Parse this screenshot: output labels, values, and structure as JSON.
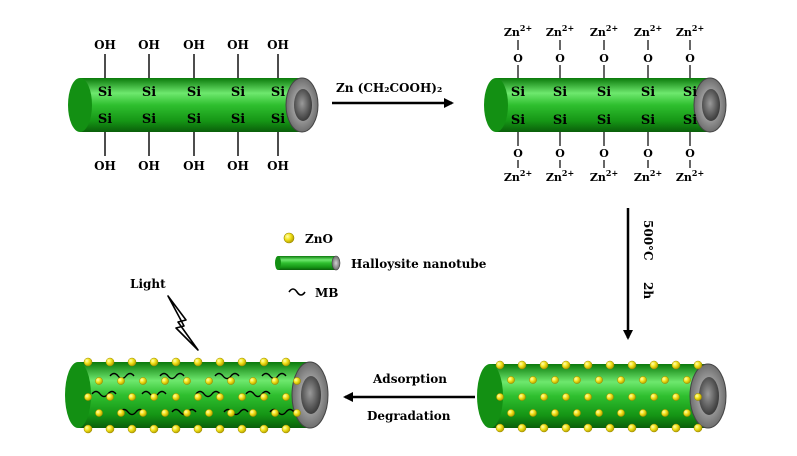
{
  "labels": {
    "si": "Si",
    "oh": "OH",
    "o": "O",
    "zn": "Zn",
    "zn_charge": "2+",
    "reagent": "Zn (CH₂COOH)₂",
    "temperature": "500°C",
    "duration": "2h",
    "adsorption": "Adsorption",
    "degradation": "Degradation",
    "light": "Light"
  },
  "legend": {
    "zno": "ZnO",
    "halloysite": "Halloysite nanotube",
    "mb": "MB"
  },
  "colors": {
    "tube_green": "#1faa1f",
    "tube_highlight": "#7cf07c",
    "tube_dark": "#0a6e0a",
    "cap_gray": "#8a8a8a",
    "zno_yellow": "#f2e21a"
  }
}
